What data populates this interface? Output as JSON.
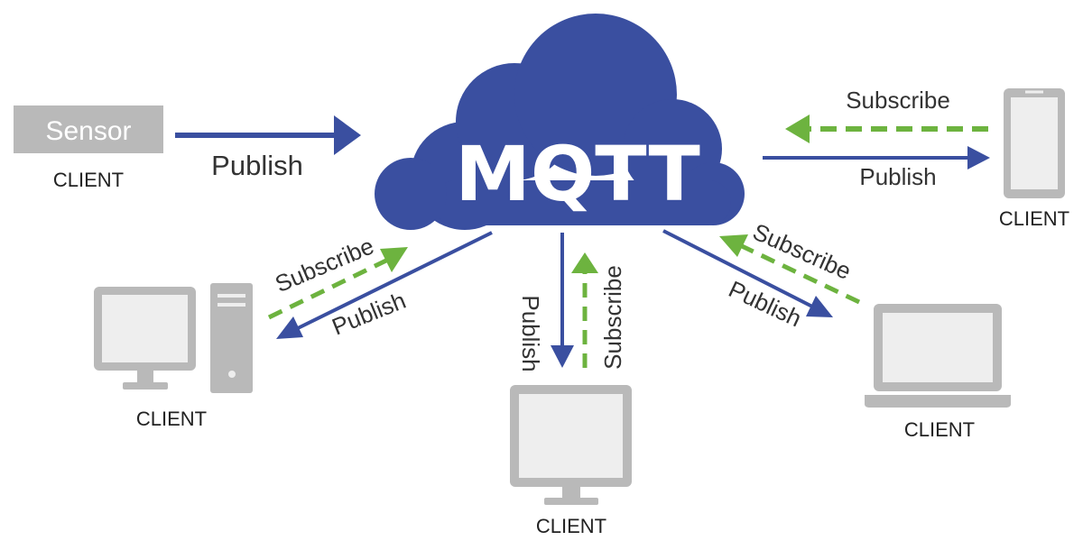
{
  "broker": {
    "label": "MQTT",
    "color": "#3a4fa0"
  },
  "colors": {
    "publish": "#3a4fa0",
    "subscribe": "#6db33f",
    "device": "#b9b9b9",
    "screen": "#eeeeee"
  },
  "sensor": {
    "label": "Sensor",
    "client_label": "CLIENT",
    "publish_label": "Publish"
  },
  "phone": {
    "client_label": "CLIENT",
    "subscribe_label": "Subscribe",
    "publish_label": "Publish"
  },
  "desktop_tower": {
    "client_label": "CLIENT",
    "subscribe_label": "Subscribe",
    "publish_label": "Publish"
  },
  "monitor": {
    "client_label": "CLIENT",
    "subscribe_label": "Subscribe",
    "publish_label": "Publish"
  },
  "laptop": {
    "client_label": "CLIENT",
    "subscribe_label": "Subscribe",
    "publish_label": "Publish"
  }
}
